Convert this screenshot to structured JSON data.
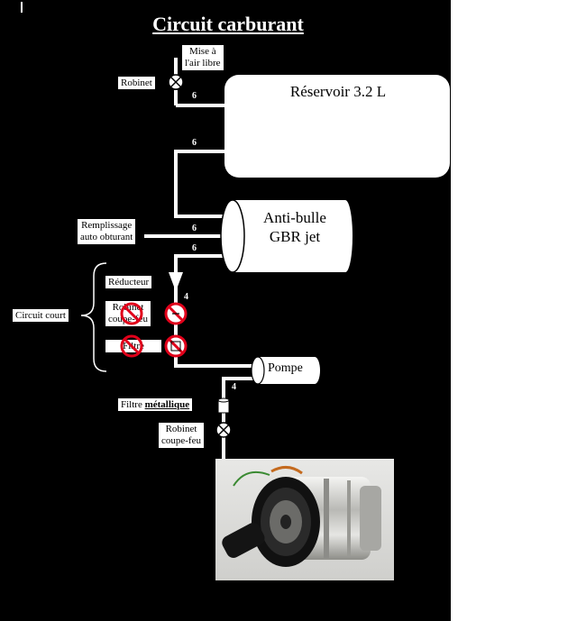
{
  "title": "Circuit carburant",
  "labels": {
    "mise_air_line1": "Mise à",
    "mise_air_line2": "l'air libre",
    "robinet_top": "Robinet",
    "reservoir": "Réservoir 3.2 L",
    "antibulle_line1": "Anti-bulle",
    "antibulle_line2": "GBR jet",
    "remplissage_line1": "Remplissage",
    "remplissage_line2": "auto obturant",
    "reducteur": "Réducteur",
    "robinet_coupe_feu_strike_line1": "Robinet",
    "robinet_coupe_feu_strike_line2": "coupe-feu",
    "filtre_strike": "Filtre",
    "circuit_court": "Circuit court",
    "pompe": "Pompe",
    "filtre_metallique_prefix": "Filtre ",
    "filtre_metallique_bold": "métallique",
    "robinet_bottom_line1": "Robinet",
    "robinet_bottom_line2": "coupe-feu"
  },
  "pipe_sizes": {
    "tank_vent": "6",
    "tank_to_bubble": "6",
    "fill_line": "6",
    "bubble_out": "6",
    "after_reducer": "4",
    "pump_out": "4"
  },
  "colors": {
    "background": "#000000",
    "pipe": "#ffffff",
    "prohibited": "#e0001a"
  }
}
